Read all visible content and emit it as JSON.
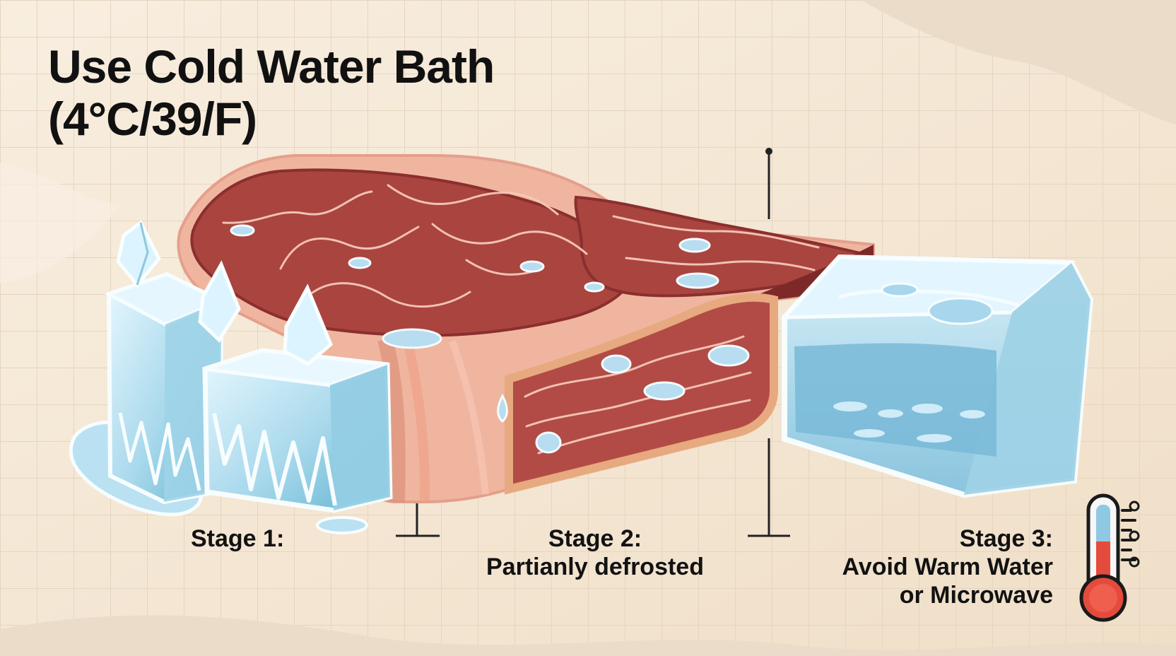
{
  "title": {
    "line1": "Use Cold Water Bath",
    "line2": "(4°C/39/F)"
  },
  "stages": [
    {
      "heading": "Stage 1:",
      "caption": ""
    },
    {
      "heading": "Stage 2:",
      "caption": "Partianly defrosted"
    },
    {
      "heading": "Stage 3:",
      "caption_line1": "Avoid Warm Water",
      "caption_line2": "or Microwave"
    }
  ],
  "colors": {
    "background": "#f5e9d7",
    "grid": "#e7d8c3",
    "meat_dark": "#9d3d3a",
    "meat_fat": "#f2b39f",
    "ice": "#bfe4f3",
    "water": "#8fc8e2",
    "thermometer_red": "#e44b3c",
    "text": "#111111"
  },
  "icons": [
    "ice-cube-icon",
    "meat-steak-icon",
    "water-cube-icon",
    "thermometer-icon",
    "water-droplet-icon"
  ]
}
